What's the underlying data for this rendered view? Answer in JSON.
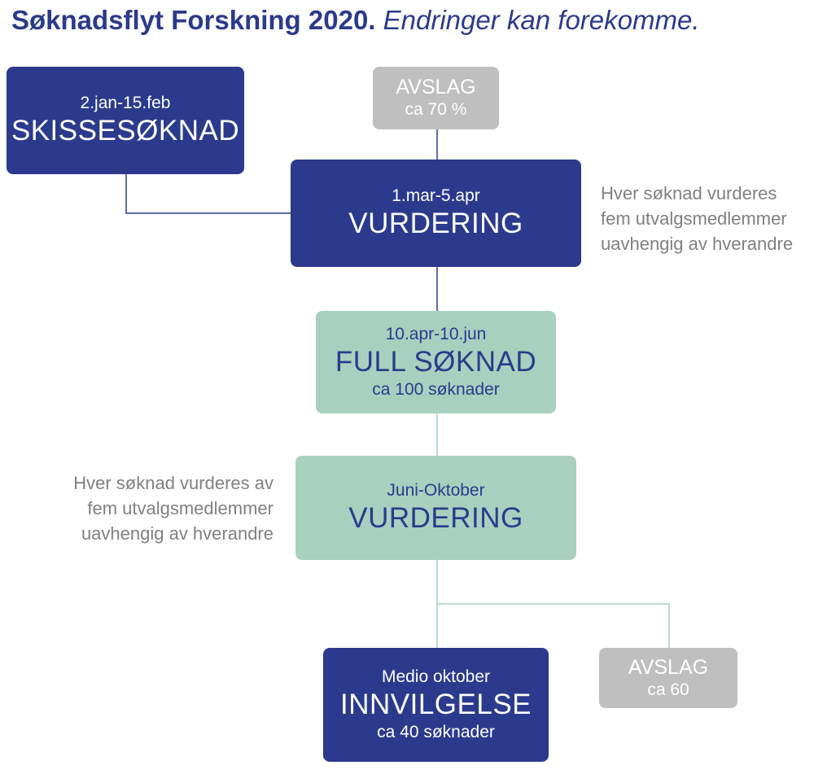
{
  "title": {
    "bold": "Søknadsflyt Forskning 2020.",
    "italic": "Endringer kan forekomme."
  },
  "colors": {
    "navy": "#2b3a8c",
    "mint": "#a9d0bf",
    "grey": "#bfbfbf",
    "connector": "#2b3a8c",
    "connector_mint": "#a9d0bf"
  },
  "nodes": {
    "skisse": {
      "date": "2.jan-15.feb",
      "label": "SKISSESØKNAD"
    },
    "avslag1": {
      "label": "AVSLAG",
      "sub": "ca 70 %"
    },
    "vurdering1": {
      "date": "1.mar-5.apr",
      "label": "VURDERING"
    },
    "full": {
      "date": "10.apr-10.jun",
      "label": "FULL SØKNAD",
      "sub": "ca 100 søknader"
    },
    "vurdering2": {
      "date": "Juni-Oktober",
      "label": "VURDERING"
    },
    "innvilgelse": {
      "date": "Medio oktober",
      "label": "INNVILGELSE",
      "sub": "ca 40 søknader"
    },
    "avslag2": {
      "label": "AVSLAG",
      "sub": "ca 60"
    }
  },
  "notes": {
    "right": [
      "Hver søknad vurderes",
      "fem utvalgsmedlemmer",
      "uavhengig av hverandre"
    ],
    "left": [
      "Hver søknad vurderes av",
      "fem utvalgsmedlemmer",
      "uavhengig av hverandre"
    ]
  }
}
